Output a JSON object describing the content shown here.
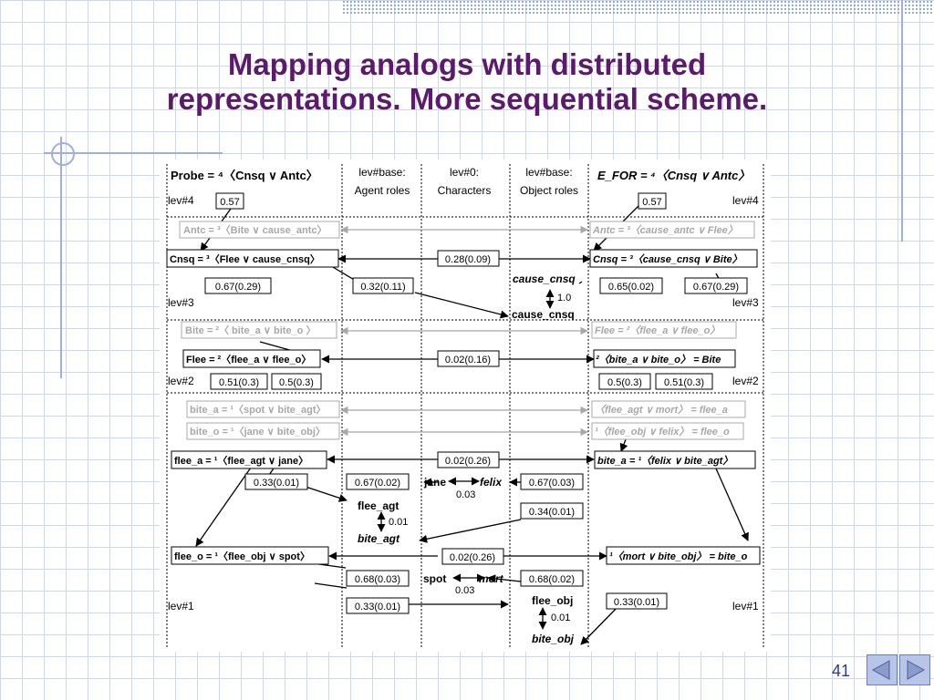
{
  "slide": {
    "title_line1": "Mapping analogs with distributed",
    "title_line2": "representations. More sequential scheme.",
    "page_number": "41"
  },
  "headers": {
    "probe": "Probe = ⁴〈Cnsq ∨ Antc〉",
    "col_agent": [
      "lev#base:",
      "Agent roles"
    ],
    "col_chars": [
      "lev#0:",
      "Characters"
    ],
    "col_object": [
      "lev#base:",
      "Object roles"
    ],
    "efor": "E_FOR = ⁴〈Cnsq ∨ Antc〉"
  },
  "levels": {
    "lev4": "lev#4",
    "lev3": "lev#3",
    "lev2": "lev#2",
    "lev1": "lev#1"
  },
  "left_nodes": {
    "antc": "Antc = ³〈Bite ∨ cause_antc〉",
    "cnsq": "Cnsq = ³〈Flee ∨ cause_cnsq〉",
    "bite": "Bite = ²〈 bite_a ∨ bite_o 〉",
    "flee": "Flee = ²〈flee_a ∨ flee_o〉",
    "bite_a": "bite_a = ¹〈spot ∨ bite_agt〉",
    "bite_o": "bite_o = ¹〈jane ∨ bite_obj〉",
    "flee_a": "flee_a = ¹〈flee_agt ∨ jane〉",
    "flee_o": "flee_o = ¹〈flee_obj ∨ spot〉"
  },
  "right_nodes": {
    "antc": "Antc = ³〈cause_antc ∨ Flee〉",
    "cnsq": "Cnsq = ³〈cause_cnsq ∨ Bite〉",
    "flee": "Flee = ²〈flee_a ∨ flee_o〉",
    "bite": "²〈bite_a ∨ bite_o〉 = Bite",
    "flee_a": "〈flee_agt ∨ mort〉 = flee_a",
    "flee_o": "¹〈flee_obj ∨ felix〉 = flee_o",
    "bite_a": "bite_a = ¹〈felix ∨ bite_agt〉",
    "bite_o": "¹〈mort ∨ bite_obj〉 = bite_o"
  },
  "values": {
    "l4": "0.57",
    "r4": "0.57",
    "c3": "0.28(0.09)",
    "l3a": "0.67(0.29)",
    "l3b": "0.32(0.11)",
    "r3a": "0.65(0.02)",
    "r3b": "0.67(0.29)",
    "c2": "0.02(0.16)",
    "l2a": "0.51(0.3)",
    "l2b": "0.5(0.3)",
    "r2a": "0.5(0.3)",
    "r2b": "0.51(0.3)",
    "c1a": "0.02(0.26)",
    "v033a": "0.33(0.01)",
    "v067a": "0.67(0.02)",
    "v067b": "0.67(0.03)",
    "v034": "0.34(0.01)",
    "c1b": "0.02(0.26)",
    "v068a": "0.68(0.03)",
    "v068b": "0.68(0.02)",
    "v033b": "0.33(0.01)",
    "v033c": "0.33(0.01)"
  },
  "center_labels": {
    "cause_cnsq_top": "cause_cnsq",
    "cause_val": "1.0",
    "cause_cnsq_bot": "cause_cnsq",
    "jane": "jane",
    "felix": "felix",
    "jf_val": "0.03",
    "flee_agt": "flee_agt",
    "fa_val": "0.01",
    "bite_agt": "bite_agt",
    "spot": "spot",
    "mort": "mort",
    "sm_val": "0.03",
    "flee_obj": "flee_obj",
    "fo_val": "0.01",
    "bite_obj": "bite_obj"
  },
  "colors": {
    "title": "#5b1a6b",
    "grey": "#a8a8a8",
    "ink": "#000000"
  }
}
